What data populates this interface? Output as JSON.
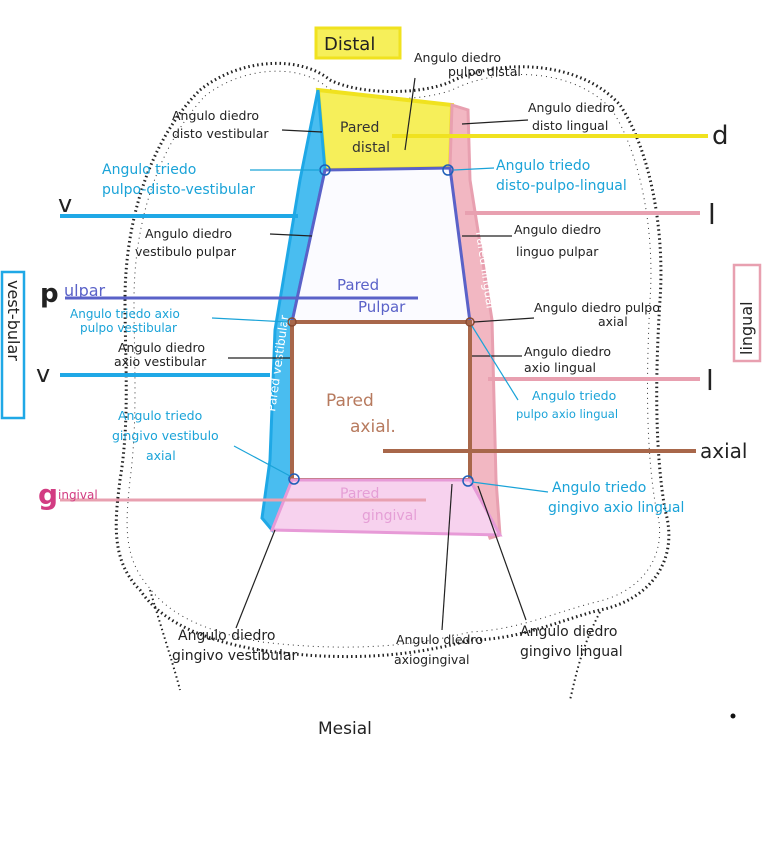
{
  "colors": {
    "yellow": "#f3ea2c",
    "blue": "#1fa8e6",
    "pink": "#e8a0b0",
    "purple": "#5a62c8",
    "brown": "#a8674a",
    "cyan_text": "#1aa3d8",
    "magenta": "#d23c82",
    "outline": "#222222"
  },
  "surfaces": {
    "distal": "Distal",
    "mesial": "Mesial",
    "vestibular": "vest-bular",
    "lingual": "lingual"
  },
  "walls": {
    "pared_distal": [
      "Pared",
      "distal"
    ],
    "pared_pulpar": [
      "Pared",
      "Pulpar"
    ],
    "pared_axial": [
      "Pared",
      "axial."
    ],
    "pared_gingival": [
      "Pared",
      "gingival"
    ],
    "pared_vestibular": "Pared vestibular",
    "pared_lingual": "Pared lingual"
  },
  "letters": {
    "d": "d",
    "l_top": "l",
    "l_bottom": "l",
    "v_top": "v",
    "v_bottom": "v",
    "p": "p",
    "p_suffix": "ulpar",
    "g": "g",
    "g_suffix": "ingival",
    "axial": "axial"
  },
  "angles": {
    "diedro_pulpo_distal": [
      "Angulo diedro",
      "pulpo distal"
    ],
    "diedro_disto_vestibular": [
      "Angulo diedro",
      "disto vestibular"
    ],
    "diedro_disto_lingual": [
      "Angulo diedro",
      "disto lingual"
    ],
    "triedo_pulpo_disto_vestibular": [
      "Angulo triedo",
      "pulpo-disto-vestibular"
    ],
    "triedo_disto_pulpo_lingual": [
      "Angulo triedo",
      "disto-pulpo-lingual"
    ],
    "diedro_vestibulo_pulpar": [
      "Angulo diedro",
      "vestibulo pulpar"
    ],
    "diedro_linguo_pulpar": [
      "Angulo diedro",
      "linguo pulpar"
    ],
    "triedo_axio_pulpo_vestibular": [
      "Angulo triedo axio",
      "pulpo vestibular"
    ],
    "diedro_pulpo_axial": [
      "Angulo diedro pulpo",
      "axial"
    ],
    "diedro_axio_vestibular": [
      "Angulo diedro",
      "axio vestibular"
    ],
    "diedro_axio_lingual": [
      "Angulo diedro",
      "axio lingual"
    ],
    "triedo_pulpo_axio_lingual": [
      "Angulo triedo",
      "pulpo axio lingual"
    ],
    "triedo_gingivo_vestibulo_axial": [
      "Angulo triedo",
      "gingivo vestibulo",
      "axial"
    ],
    "triedo_gingivo_axio_lingual": [
      "Angulo triedo",
      "gingivo axio lingual"
    ],
    "diedro_gingivo_vestibular": [
      "Angulo diedro",
      "gingivo vestibular"
    ],
    "diedro_axiogingival": [
      "Angulo diedro",
      "axiogingival"
    ],
    "diedro_gingivo_lingual": [
      "Angulo diedro",
      "gingivo lingual"
    ]
  }
}
